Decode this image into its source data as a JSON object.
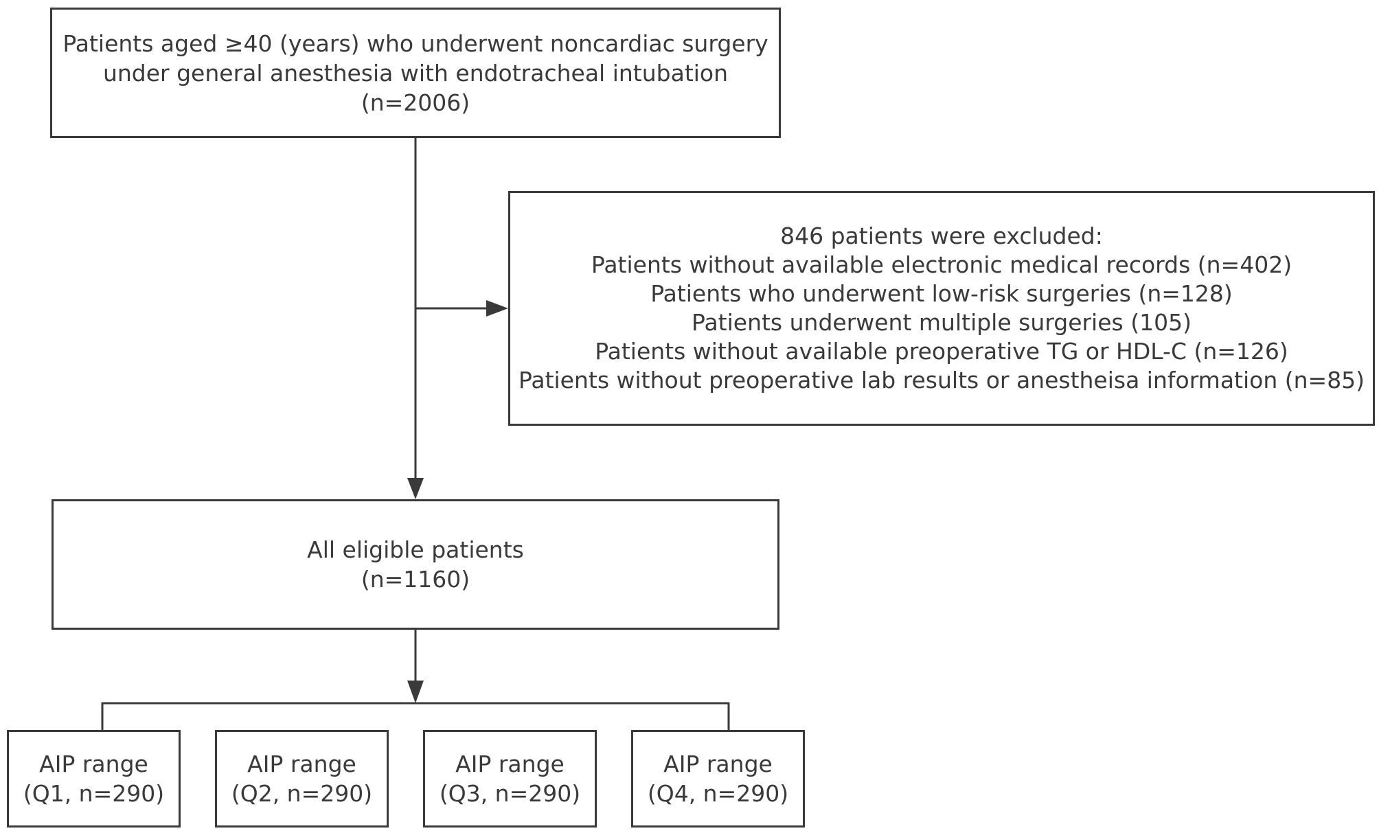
{
  "top_box": {
    "lines": [
      "Patients aged ≥40 (years) who underwent noncardiac surgery",
      "under general anesthesia with endotracheal intubation",
      "(n=2006)"
    ]
  },
  "exclusion_box": {
    "lines": [
      "846 patients were excluded:",
      "Patients without available electronic medical records (n=402)",
      "Patients who underwent low-risk surgeries (n=128)",
      "Patients underwent multiple surgeries (105)",
      "Patients without available preoperative TG or HDL-C (n=126)",
      "Patients without preoperative lab results or anestheisa information (n=85)"
    ]
  },
  "eligible_box": {
    "lines": [
      "All eligible patients",
      "(n=1160)"
    ]
  },
  "quartiles": [
    {
      "lines": [
        "AIP range",
        "(Q1, n=290)"
      ]
    },
    {
      "lines": [
        "AIP range",
        "(Q2, n=290)"
      ]
    },
    {
      "lines": [
        "AIP range",
        "(Q3, n=290)"
      ]
    },
    {
      "lines": [
        "AIP range",
        "(Q4, n=290)"
      ]
    }
  ],
  "colors": {
    "stroke": "#3a3a3a",
    "text": "#3a3a3a",
    "background": "#ffffff"
  }
}
